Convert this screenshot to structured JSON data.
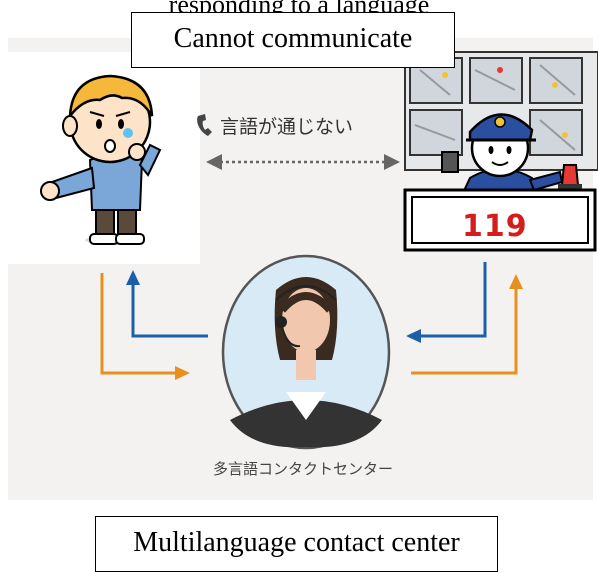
{
  "partial_caption": "responding to a language",
  "labels": {
    "cannot_communicate": "Cannot communicate",
    "jp_cannot_communicate": "言語が通じない",
    "jp_contact_center": "多言語コンタクトセンター",
    "number_119": "119",
    "multilanguage_contact_center": "Multilanguage contact center"
  },
  "icons": [
    "phone-icon",
    "double-arrow-icon",
    "headset-icon"
  ],
  "colors": {
    "blue_arrow": "#1a5fa8",
    "orange_arrow": "#e8901e",
    "emergency_red": "#d51d1d"
  }
}
